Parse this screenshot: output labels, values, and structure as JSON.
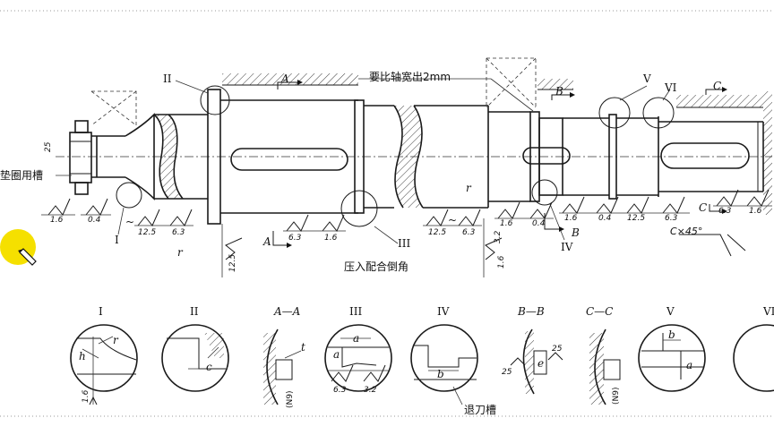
{
  "labels": {
    "groove_note": "垫圈用槽",
    "wider_note": "要比轴宽出2mm",
    "press_fit": "压入配合倒角",
    "undercut": "退刀槽"
  },
  "roman": {
    "I": "I",
    "II": "II",
    "III": "III",
    "IV": "IV",
    "V": "V",
    "VI": "VI"
  },
  "sections": {
    "A": "A",
    "B": "B",
    "C": "C",
    "AA": "A—A",
    "BB": "B—B",
    "CC": "C—C"
  },
  "roughness": {
    "r16": "1.6",
    "r04": "0.4",
    "r125": "12.5",
    "r63": "6.3",
    "r32": "3.2"
  },
  "dims": {
    "d25": "25",
    "chamfer": "C×45°",
    "r": "r",
    "N9": "(N9)",
    "h": "h",
    "a": "a",
    "b": "b",
    "c": "c",
    "e": "e",
    "t": "t",
    "tilde": "~"
  },
  "colors": {
    "line": "#1a1a1a",
    "cursor_highlight": "#f5e000",
    "background": "#ffffff"
  },
  "icons": {
    "cursor": "pencil-cursor-icon"
  }
}
